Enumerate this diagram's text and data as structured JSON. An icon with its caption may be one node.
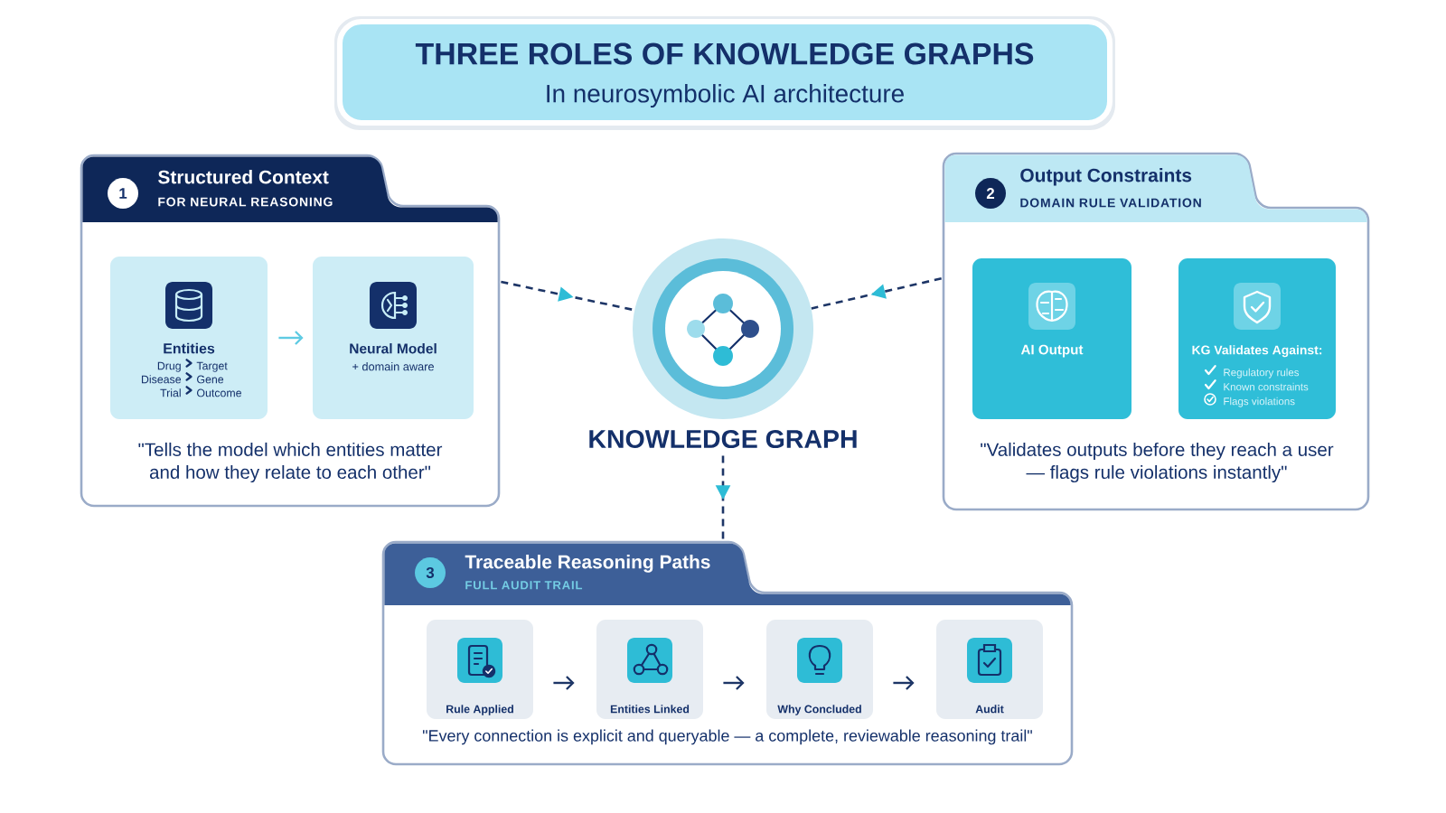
{
  "diagram": {
    "title": "THREE ROLES OF KNOWLEDGE GRAPHS",
    "nodes": [
      {
        "text": [
          "Structured Context",
          "FOR NEURAL REASONING",
          "\"Tells the model which entities matter and how they relate to each other\""
        ]
      },
      {
        "text": [
          "1"
        ],
        "in": 0
      },
      {
        "text": [
          "Entities",
          "Drug",
          "Target",
          "Disease",
          "Gene",
          "Trial",
          "Outcome"
        ],
        "in": 0
      },
      {
        "text": [
          "Neural Model",
          "+ domain aware"
        ],
        "in": 0
      },
      {
        "text": [
          "Output Constraints",
          "DOMAIN RULE VALIDATION",
          "\"Validates outputs before they reach a user — flags rule violations instantly\""
        ]
      },
      {
        "text": [
          "2"
        ],
        "in": 4
      },
      {
        "text": [
          "AI Output"
        ],
        "in": 4
      },
      {
        "text": [
          "KG Validates Against:",
          "Regulatory rules",
          "Known constraints",
          "Flags violations"
        ],
        "in": 4
      },
      {
        "text": [
          "KNOWLEDGE GRAPH"
        ]
      },
      {
        "text": [
          "Traceable Reasoning Paths",
          "FULL AUDIT TRAIL",
          "\"Every connection is explicit and queryable — a complete, reviewable reasoning trail\""
        ]
      },
      {
        "text": [
          "3"
        ],
        "in": 9
      },
      {
        "text": [
          "Rule Applied"
        ],
        "in": 9
      },
      {
        "text": [
          "Entities Linked"
        ],
        "in": 9
      },
      {
        "text": [
          "Why Concluded"
        ],
        "in": 9
      },
      {
        "text": [
          "Audit"
        ],
        "in": 9
      }
    ],
    "edges": [
      {
        "from": 2,
        "to": 3,
        "arrow": "to",
        "color": "#5fcbe3"
      },
      {
        "from": 0,
        "to": 8,
        "arrow": "to",
        "style": "dashed"
      },
      {
        "from": 4,
        "to": 8,
        "arrow": "to",
        "style": "dashed"
      },
      {
        "from": 8,
        "to": 9,
        "arrow": "to",
        "style": "dashed"
      },
      {
        "from": 11,
        "to": 12,
        "arrow": "to"
      },
      {
        "from": 12,
        "to": 13,
        "arrow": "to"
      },
      {
        "from": 13,
        "to": 14,
        "arrow": "to"
      }
    ],
    "labels": [
      "In neurosymbolic AI architecture"
    ]
  }
}
